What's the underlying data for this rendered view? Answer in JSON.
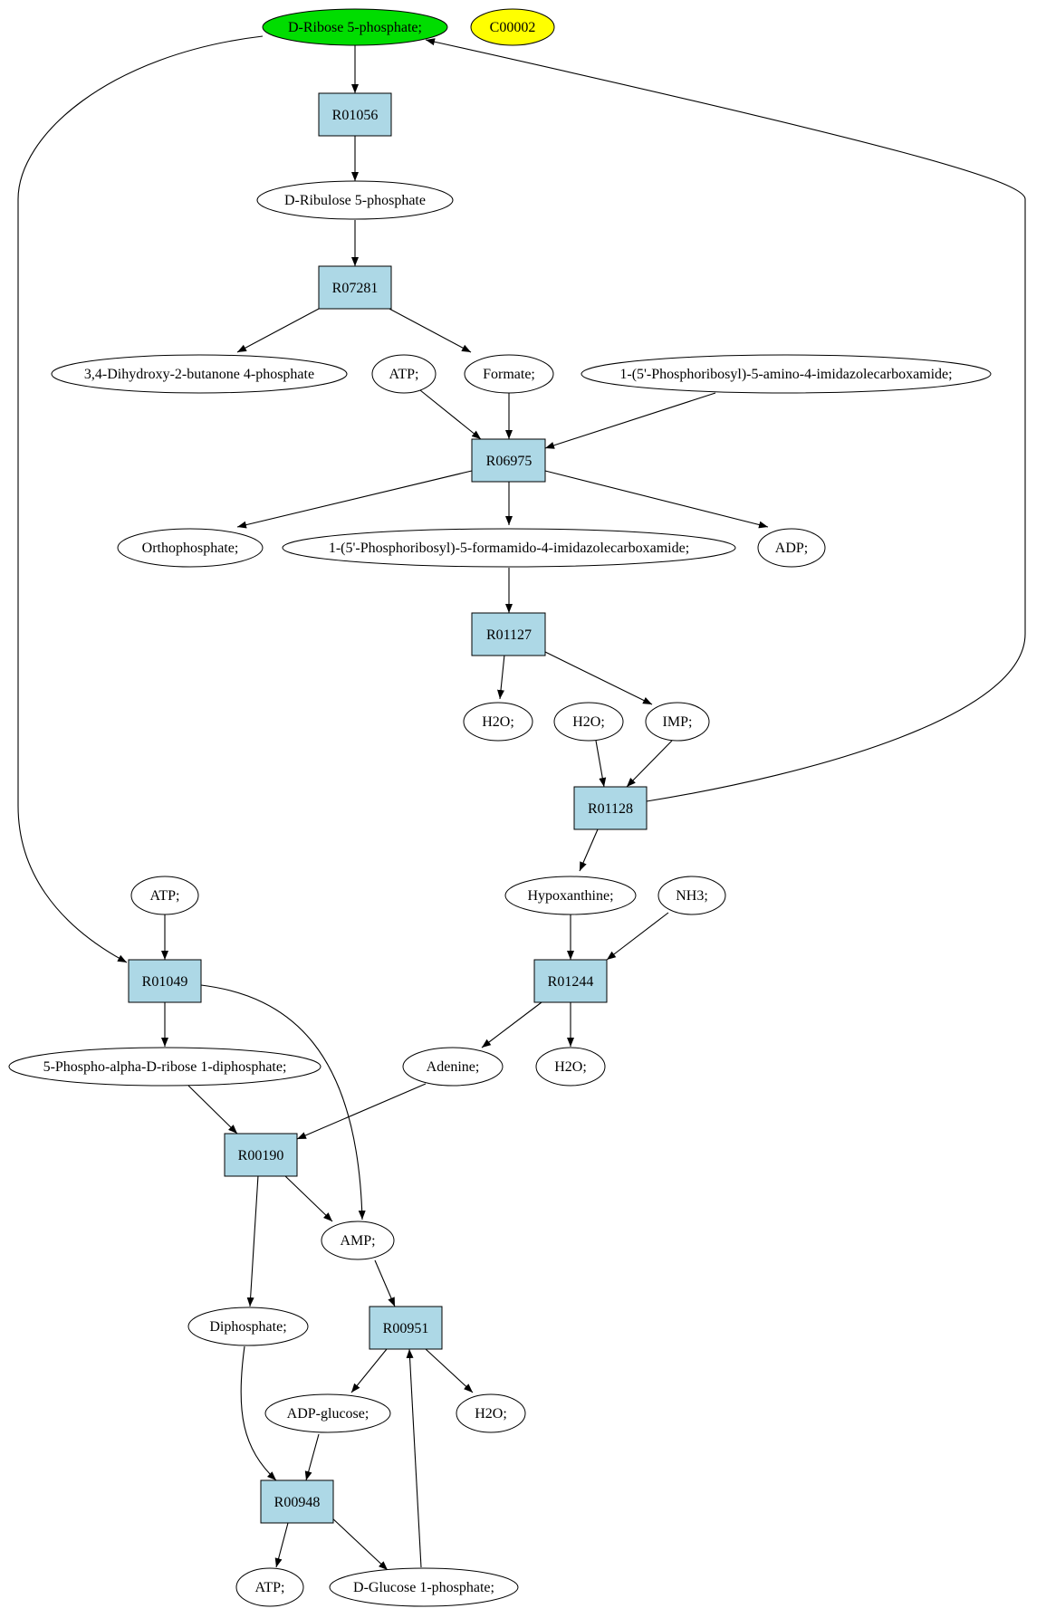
{
  "colors": {
    "highlight": "#00dd00",
    "query": "#ffff00",
    "reaction": "#add8e6",
    "compound": "#ffffff",
    "stroke": "#000000"
  },
  "nodes": {
    "ribose5p": "D-Ribose 5-phosphate;",
    "c00002": "C00002",
    "r01056": "R01056",
    "ribulose5p": "D-Ribulose 5-phosphate",
    "r07281": "R07281",
    "dihydroxy": "3,4-Dihydroxy-2-butanone 4-phosphate",
    "atp1": "ATP;",
    "formate": "Formate;",
    "aica": "1-(5'-Phosphoribosyl)-5-amino-4-imidazolecarboxamide;",
    "r06975": "R06975",
    "orthophosphate": "Orthophosphate;",
    "faica": "1-(5'-Phosphoribosyl)-5-formamido-4-imidazolecarboxamide;",
    "adp": "ADP;",
    "r01127": "R01127",
    "h2o1": "H2O;",
    "h2o2": "H2O;",
    "imp": "IMP;",
    "r01128": "R01128",
    "atp2": "ATP;",
    "hypoxanthine": "Hypoxanthine;",
    "nh3": "NH3;",
    "r01049": "R01049",
    "r01244": "R01244",
    "prpp": "5-Phospho-alpha-D-ribose 1-diphosphate;",
    "adenine": "Adenine;",
    "h2o3": "H2O;",
    "r00190": "R00190",
    "amp": "AMP;",
    "diphosphate": "Diphosphate;",
    "r00951": "R00951",
    "adpglucose": "ADP-glucose;",
    "h2o4": "H2O;",
    "r00948": "R00948",
    "atp3": "ATP;",
    "glucose1p": "D-Glucose 1-phosphate;"
  }
}
